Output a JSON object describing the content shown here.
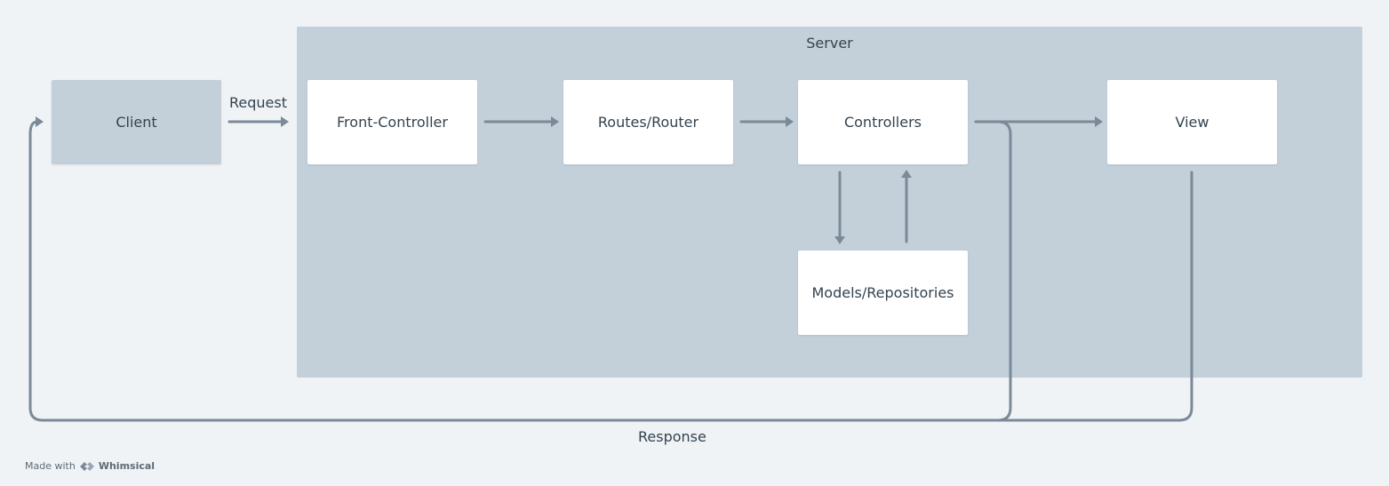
{
  "diagram": {
    "server": {
      "title": "Server"
    },
    "nodes": {
      "client": "Client",
      "front_controller": "Front-Controller",
      "router": "Routes/Router",
      "controllers": "Controllers",
      "view": "View",
      "models": "Models/Repositories"
    },
    "edges": {
      "request": "Request",
      "response": "Response"
    }
  },
  "badge": {
    "made_with": "Made with",
    "brand": "Whimsical",
    "icon": "whimsical-logo-icon"
  },
  "colors": {
    "background": "#f0f3f6",
    "group_fill": "#c3d0da",
    "node_fill": "#ffffff",
    "edge": "#7b8a98",
    "text": "#34434f"
  }
}
